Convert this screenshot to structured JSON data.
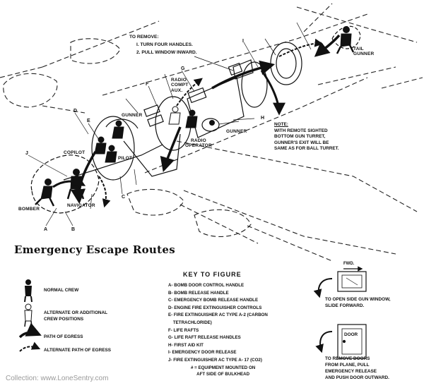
{
  "title": "Emergency Escape Routes",
  "credit": "Collection: www.LoneSentry.com",
  "remove_instructions": {
    "heading": "TO REMOVE:",
    "steps": [
      "I. TURN FOUR HANDLES.",
      "2. PULL WINDOW INWARD."
    ]
  },
  "note": {
    "heading": "NOTE:",
    "lines": [
      "WITH REMOTE SIGHTED",
      "BOTTOM GUN TURRET,",
      "GUNNER'S EXIT WILL BE",
      "SAME AS FOR BALL TURRET."
    ]
  },
  "positions": {
    "tail_gunner": "TAIL\nGUNNER",
    "gunner_top": "GUNNER",
    "gunner_right": "GUNNER",
    "radio_operator": "RADIO\nOPERATOR",
    "radio_compt": "RADIO\nCOMPT\nAUX.",
    "copilot": "COPILOT",
    "pilot": "PILOT",
    "navigator": "NAVIGATOR",
    "bomber": "BOMBER"
  },
  "diagram_letters": {
    "A": "A",
    "B": "B",
    "C": "C",
    "D": "D",
    "E": "E",
    "F": "F",
    "G": "G",
    "H": "H",
    "I": "I",
    "J": "J"
  },
  "legend": {
    "normal_crew": "NORMAL CREW",
    "alternate_crew": "ALTERNATE OR ADDITIONAL\nCREW POSITIONS",
    "path": "PATH OF EGRESS",
    "alt_path": "ALTERNATE PATH OF EGRESS"
  },
  "key": {
    "title": "KEY TO FIGURE",
    "items": [
      "A- BOMB DOOR CONTROL HANDLE",
      "B- BOMB RELEASE HANDLE",
      "C- EMERGENCY BOMB RELEASE HANDLE",
      "D- ENGINE FIRE EXTINGUISHER CONTROLS",
      "E- FIRE EXTINGUISHER AC TYPE A-2 (CARBON",
      "    TETRACHLORIDE)",
      "F- LIFE RAFTS",
      "G- LIFE RAFT RELEASE HANDLES",
      "H- FIRST AID KIT",
      "I- EMERGENCY DOOR RELEASE",
      "J- FIRE EXTINGUISHER AC TYPE A- 17 (CO2)"
    ],
    "footnote": "# = EQUIPMENT MOUNTED ON\nAFT SIDE OF BULKHEAD"
  },
  "side_window": {
    "label": "FWD.",
    "text": "TO OPEN SIDE GUN WINDOW,\nSLIDE FORWARD."
  },
  "door": {
    "label": "DOOR",
    "text": "TO REMOVE DOORS\nFROM PLANE, PULL\nEMERGENCY RELEASE\nAND PUSH DOOR OUTWARD."
  }
}
